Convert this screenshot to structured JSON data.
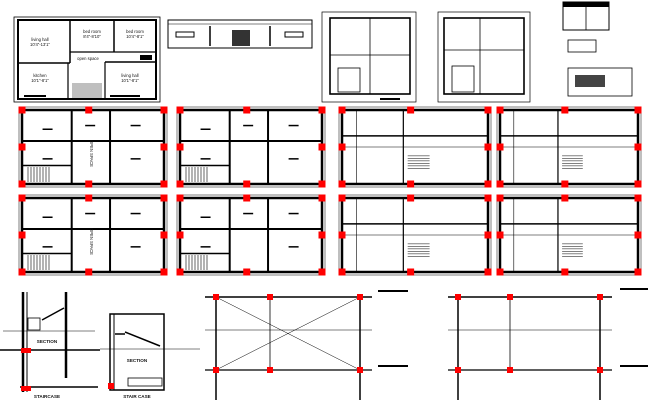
{
  "ground_plan": {
    "rooms": [
      {
        "name": "living hall",
        "size": "10'4\"-13'1\""
      },
      {
        "name": "bed room",
        "size": "8'4\"-8'10\""
      },
      {
        "name": "bed room",
        "size": "10'4\"-8'1\""
      },
      {
        "name": "open space",
        "size": ""
      },
      {
        "name": "kitchen",
        "size": "10'1\"-8'1\""
      },
      {
        "name": "living hall",
        "size": "10'1\"-8'1\""
      }
    ]
  },
  "floor_plan_labels": {
    "open_space": "OPEN SPACE"
  },
  "sections": [
    {
      "label": "SECTION",
      "caption": "STAIRCASE"
    },
    {
      "label": "SECTION",
      "caption": "STAIR CASE"
    }
  ],
  "colors": {
    "column_marker": "#ff0000",
    "lines": "#000000",
    "background": "#ffffff"
  }
}
